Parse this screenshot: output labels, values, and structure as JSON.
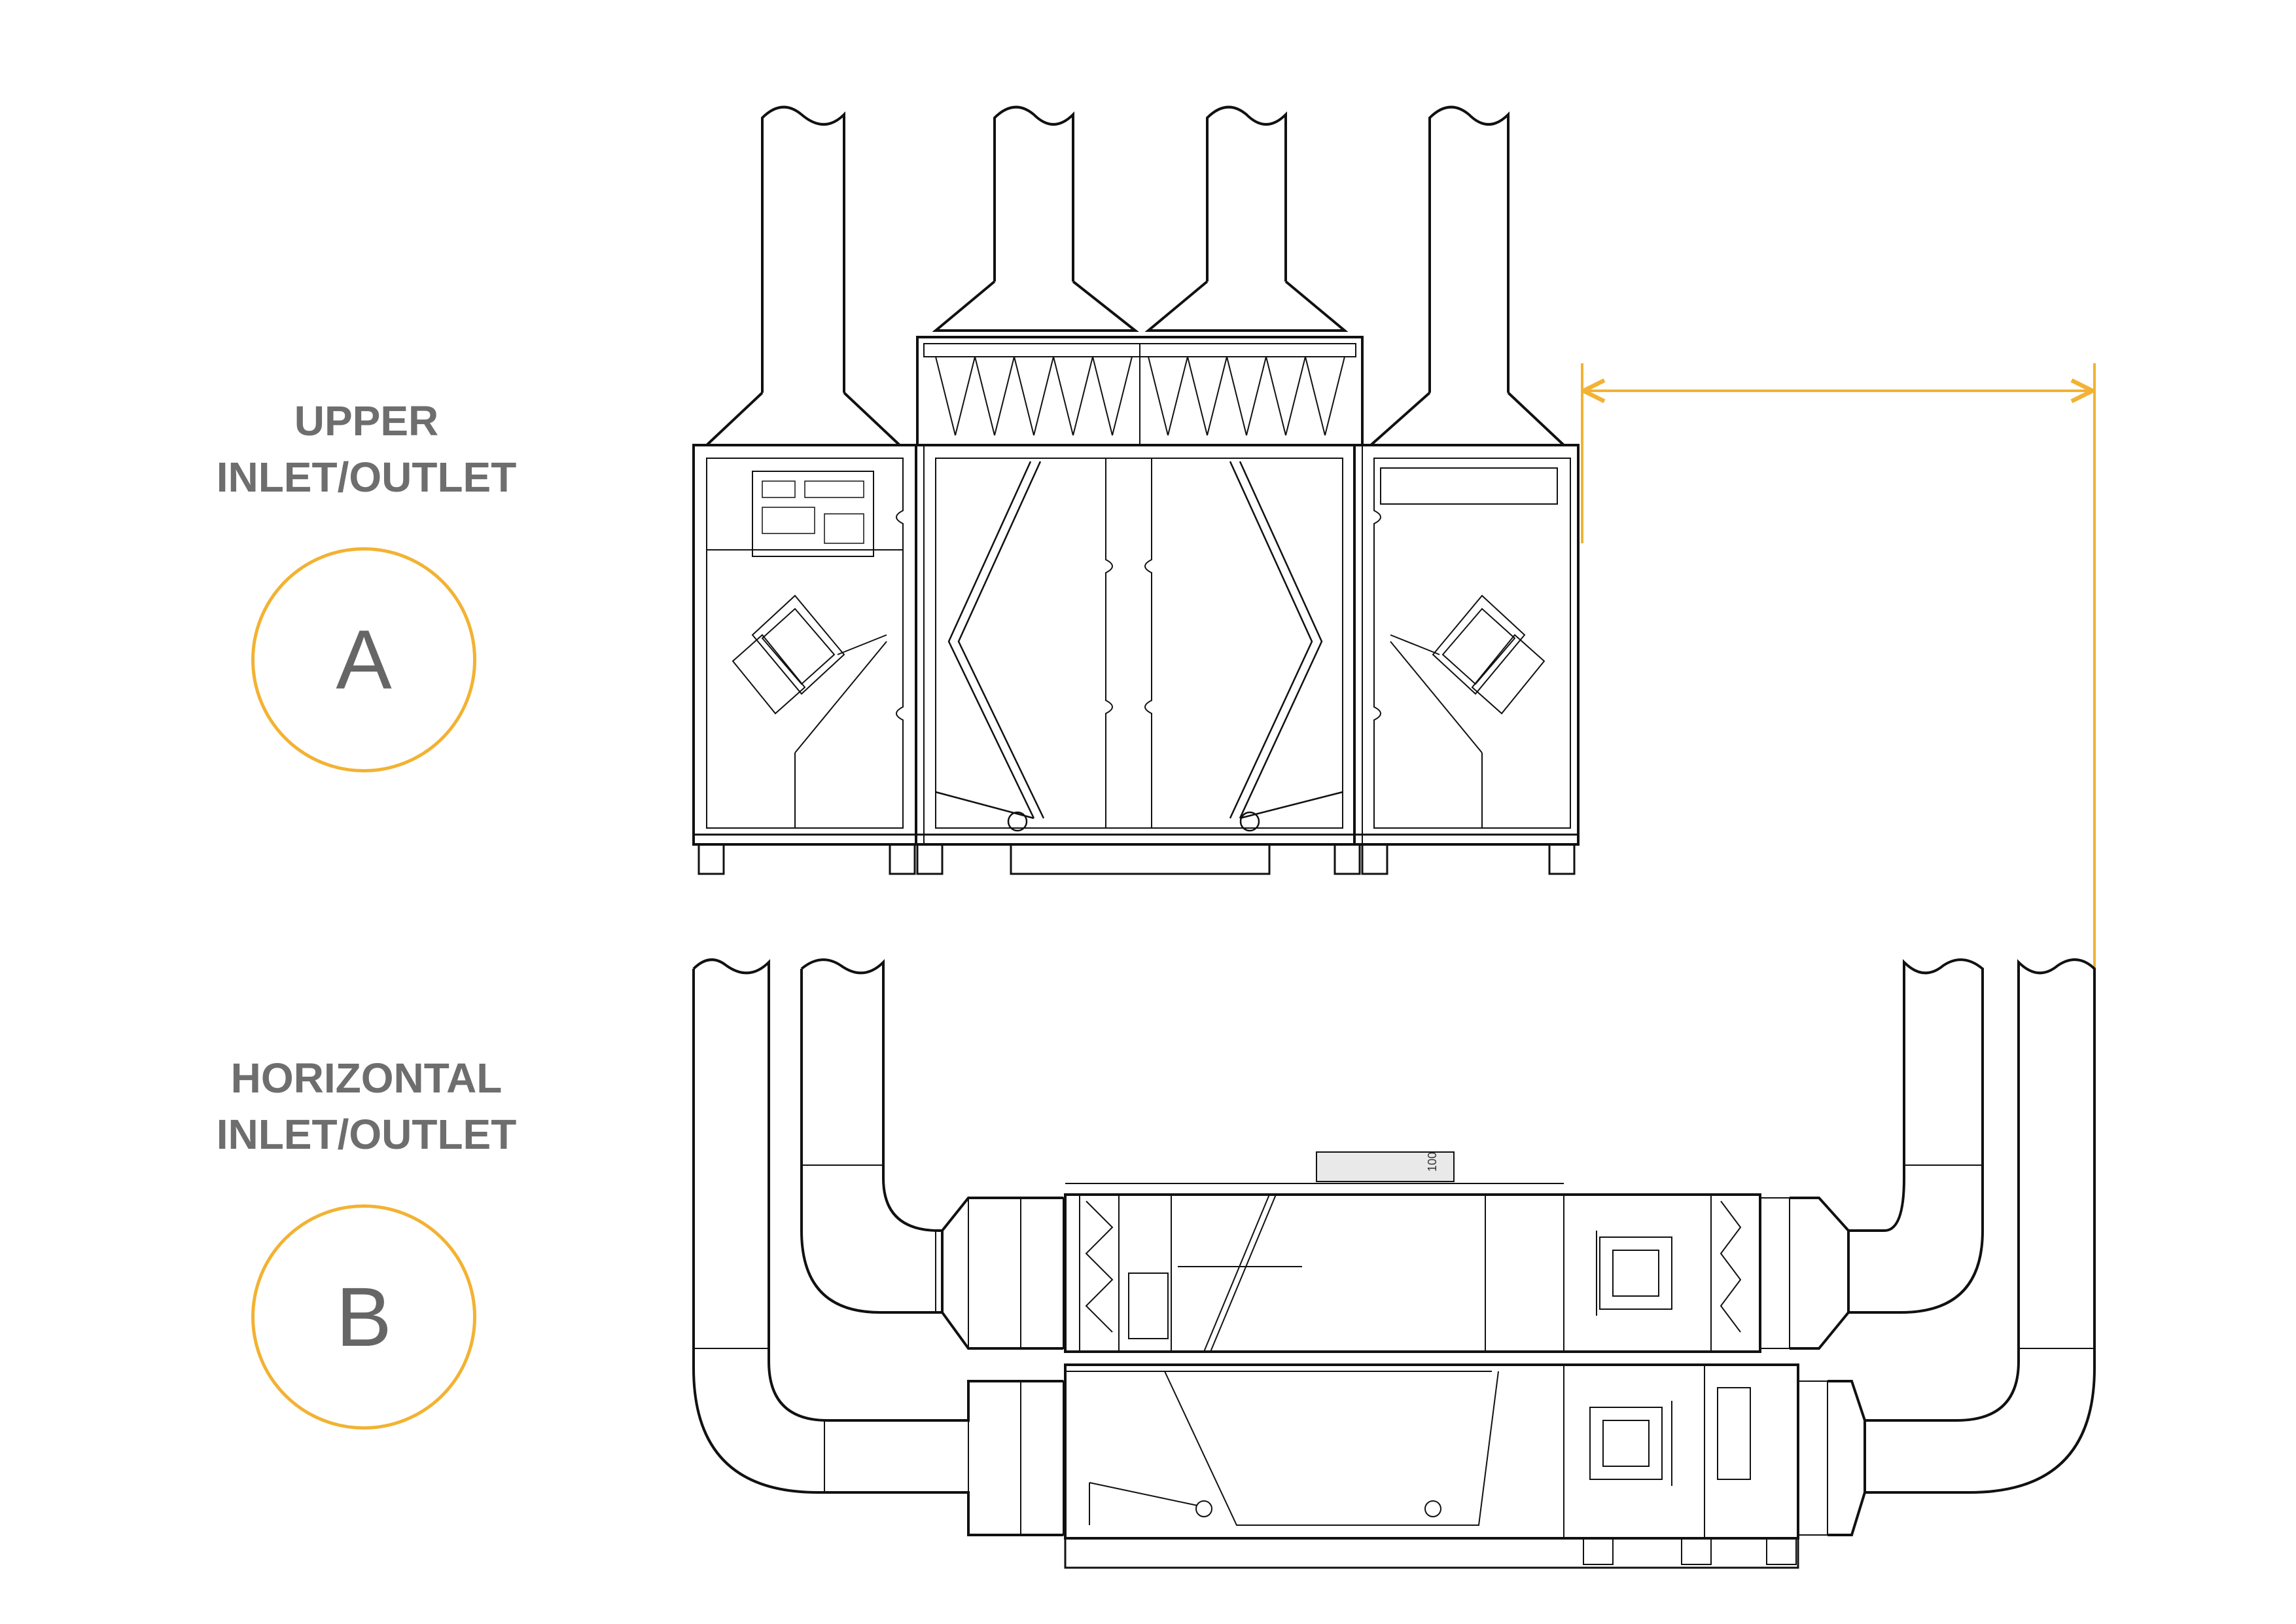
{
  "options": [
    {
      "title_line1": "UPPER",
      "title_line2": "INLET/OUTLET",
      "badge": "A"
    },
    {
      "title_line1": "HORIZONTAL",
      "title_line2": "INLET/OUTLET",
      "badge": "B"
    }
  ],
  "dimension_label": "100",
  "colors": {
    "accent": "#f2b232",
    "label": "#6e6e6e",
    "line": "#111111"
  }
}
